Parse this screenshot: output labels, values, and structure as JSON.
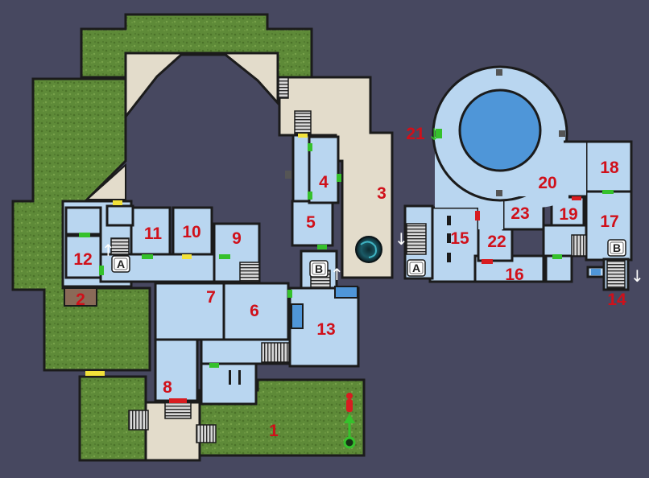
{
  "colors": {
    "background": "#474860",
    "wall": "#1b1b1b",
    "room": "#b9d6f0",
    "grass": "#5e8a38",
    "stone": "#e3dccb",
    "pool": "#4f96d8",
    "label": "#d0101a",
    "door_green": "#35c12c",
    "door_yellow": "#f2e23a",
    "door_red": "#d81c20"
  },
  "room_labels": [
    {
      "id": "1",
      "text": "1"
    },
    {
      "id": "2",
      "text": "2"
    },
    {
      "id": "3",
      "text": "3"
    },
    {
      "id": "4",
      "text": "4"
    },
    {
      "id": "5",
      "text": "5"
    },
    {
      "id": "6",
      "text": "6"
    },
    {
      "id": "7",
      "text": "7"
    },
    {
      "id": "8",
      "text": "8"
    },
    {
      "id": "9",
      "text": "9"
    },
    {
      "id": "10",
      "text": "10"
    },
    {
      "id": "11",
      "text": "11"
    },
    {
      "id": "12",
      "text": "12"
    },
    {
      "id": "13",
      "text": "13"
    },
    {
      "id": "14",
      "text": "14"
    },
    {
      "id": "15",
      "text": "15"
    },
    {
      "id": "16",
      "text": "16"
    },
    {
      "id": "17",
      "text": "17"
    },
    {
      "id": "18",
      "text": "18"
    },
    {
      "id": "19",
      "text": "19"
    },
    {
      "id": "20",
      "text": "20"
    },
    {
      "id": "21",
      "text": "21"
    },
    {
      "id": "22",
      "text": "22"
    },
    {
      "id": "23",
      "text": "23"
    }
  ],
  "stair_markers": [
    {
      "id": "a-left",
      "text": "A"
    },
    {
      "id": "b-left",
      "text": "B"
    },
    {
      "id": "a-right",
      "text": "A"
    },
    {
      "id": "b-right",
      "text": "B"
    }
  ],
  "direction_arrows": {
    "up": "↑",
    "down": "↓"
  },
  "icons": {
    "player": "player-marker-icon",
    "portal": "dark-portal-icon",
    "pool": "fountain-pool-icon"
  }
}
